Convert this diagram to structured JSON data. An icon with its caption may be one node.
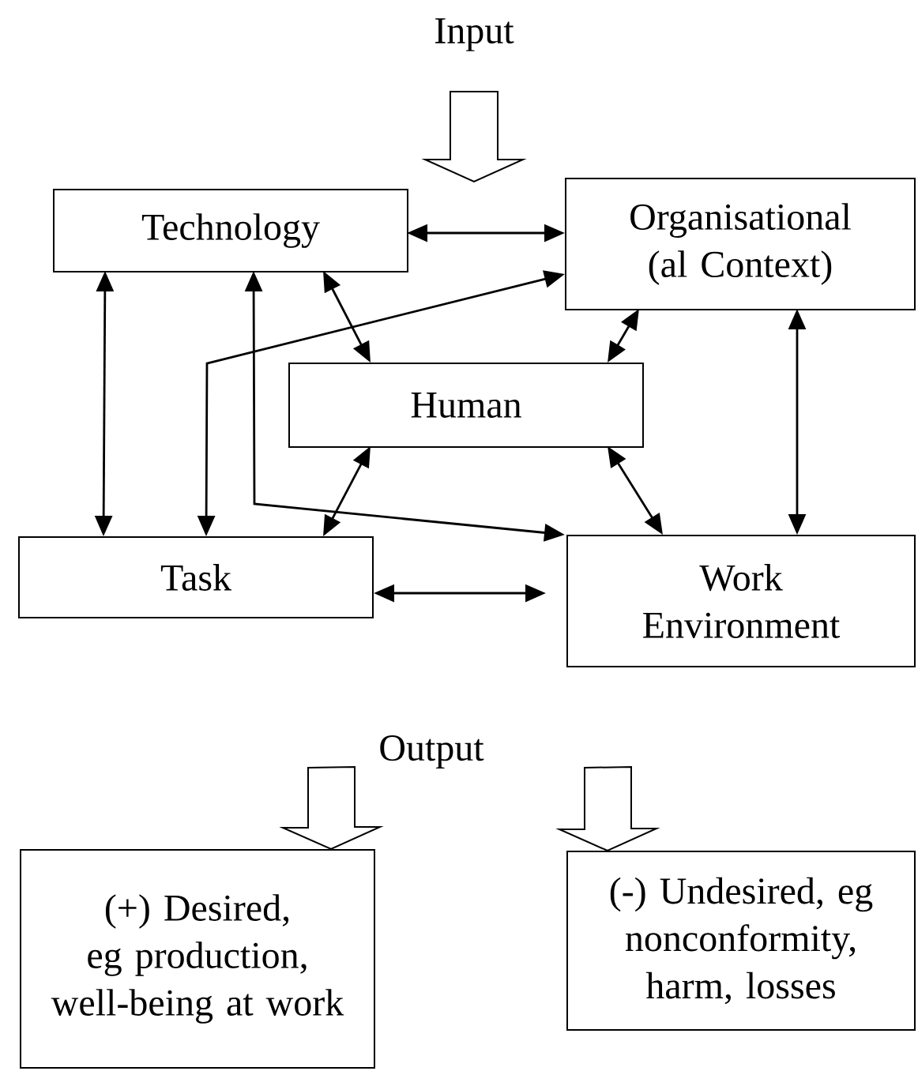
{
  "diagram": {
    "nodes": [
      {
        "text": [
          "Technology"
        ]
      },
      {
        "text": [
          "Organisational (al Context)"
        ]
      },
      {
        "text": [
          "Human"
        ]
      },
      {
        "text": [
          "Task"
        ]
      },
      {
        "text": [
          "Work Environment"
        ]
      },
      {
        "text": [
          "(+) Desired, eg production, well-being at work"
        ]
      },
      {
        "text": [
          "(-) Undesired, eg nonconformity, harm, losses"
        ]
      },
      {
        "text": [
          "Input"
        ]
      },
      {
        "text": [
          "Output"
        ]
      }
    ],
    "edges": [
      {
        "from": 0,
        "to": 1,
        "arrow": "both"
      },
      {
        "from": 0,
        "to": 2,
        "arrow": "both"
      },
      {
        "from": 1,
        "to": 2,
        "arrow": "both"
      },
      {
        "from": 0,
        "to": 3,
        "arrow": "both"
      },
      {
        "from": 3,
        "to": 1,
        "arrow": "both"
      },
      {
        "from": 0,
        "to": 4,
        "arrow": "both"
      },
      {
        "from": 1,
        "to": 4,
        "arrow": "both"
      },
      {
        "from": 2,
        "to": 3,
        "arrow": "both"
      },
      {
        "from": 2,
        "to": 4,
        "arrow": "both"
      },
      {
        "from": 3,
        "to": 4,
        "arrow": "both"
      },
      {
        "from": 7,
        "to": null,
        "arrow": "to"
      },
      {
        "from": 8,
        "to": 5,
        "arrow": "to"
      },
      {
        "from": 8,
        "to": 6,
        "arrow": "to"
      }
    ]
  }
}
